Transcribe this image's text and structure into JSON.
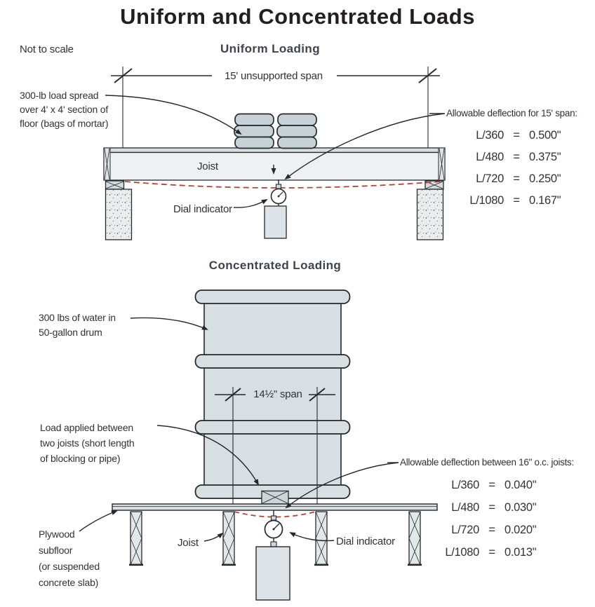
{
  "title": "Uniform and Concentrated Loads",
  "note": "Not to scale",
  "colors": {
    "line": "#26292c",
    "deflection_dash_red": "#b2423a",
    "steel_fill": "#d8dfe3",
    "wood_fill": "#eef1f1",
    "bag_fill": "#c7d2d8"
  },
  "uniform": {
    "subtitle": "Uniform Loading",
    "span_label": "15' unsupported span",
    "load_label_lines": [
      "300-lb load spread",
      "over 4' x 4' section of",
      "floor (bags of mortar)"
    ],
    "joist_label": "Joist",
    "dial_label": "Dial indicator",
    "deflection": {
      "heading": "Allowable deflection for 15' span:",
      "rows": [
        {
          "r": "L/360",
          "eq": "=",
          "v": "0.500\""
        },
        {
          "r": "L/480",
          "eq": "=",
          "v": "0.375\""
        },
        {
          "r": "L/720",
          "eq": "=",
          "v": "0.250\""
        },
        {
          "r": "L/1080",
          "eq": "=",
          "v": "0.167\""
        }
      ]
    }
  },
  "concentrated": {
    "subtitle": "Concentrated Loading",
    "drum_label_lines": [
      "300 lbs of water in",
      "50-gallon drum"
    ],
    "span_label": "14½\" span",
    "load_label_lines": [
      "Load applied between",
      "two joists (short length",
      "of blocking or pipe)"
    ],
    "subfloor_label_lines": [
      "Plywood",
      "subfloor",
      "(or suspended",
      "concrete slab)"
    ],
    "joist_label": "Joist",
    "dial_label": "Dial indicator",
    "deflection": {
      "heading": "Allowable deflection between 16\" o.c. joists:",
      "rows": [
        {
          "r": "L/360",
          "eq": "=",
          "v": "0.040\""
        },
        {
          "r": "L/480",
          "eq": "=",
          "v": "0.030\""
        },
        {
          "r": "L/720",
          "eq": "=",
          "v": "0.020\""
        },
        {
          "r": "L/1080",
          "eq": "=",
          "v": "0.013\""
        }
      ]
    }
  }
}
